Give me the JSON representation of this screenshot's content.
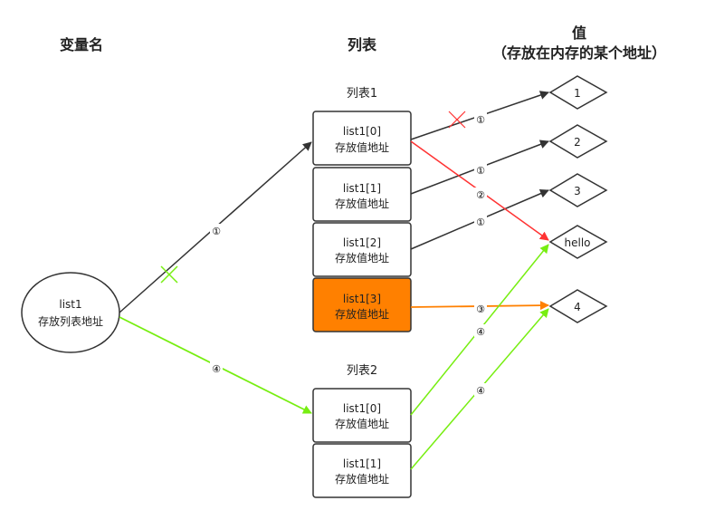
{
  "headers": {
    "var_name": "变量名",
    "list": "列表",
    "value": "值",
    "value_sub": "（存放在内存的某个地址）"
  },
  "variable": {
    "name": "list1",
    "desc": "存放列表地址"
  },
  "list1": {
    "title": "列表1",
    "cells": [
      {
        "name": "list1[0]",
        "desc": "存放值地址",
        "highlight": false
      },
      {
        "name": "list1[1]",
        "desc": "存放值地址",
        "highlight": false
      },
      {
        "name": "list1[2]",
        "desc": "存放值地址",
        "highlight": false
      },
      {
        "name": "list1[3]",
        "desc": "存放值地址",
        "highlight": true
      }
    ]
  },
  "list2": {
    "title": "列表2",
    "cells": [
      {
        "name": "list1[0]",
        "desc": "存放值地址"
      },
      {
        "name": "list1[1]",
        "desc": "存放值地址"
      }
    ]
  },
  "values": [
    "1",
    "2",
    "3",
    "hello",
    "4"
  ],
  "step_labels": {
    "s1": "①",
    "s2": "②",
    "s3": "③",
    "s4": "④"
  },
  "colors": {
    "dark": "#333333",
    "red": "#ff3333",
    "orange": "#ff8000",
    "green": "#77ee11",
    "highlight_fill": "#ff8000"
  }
}
